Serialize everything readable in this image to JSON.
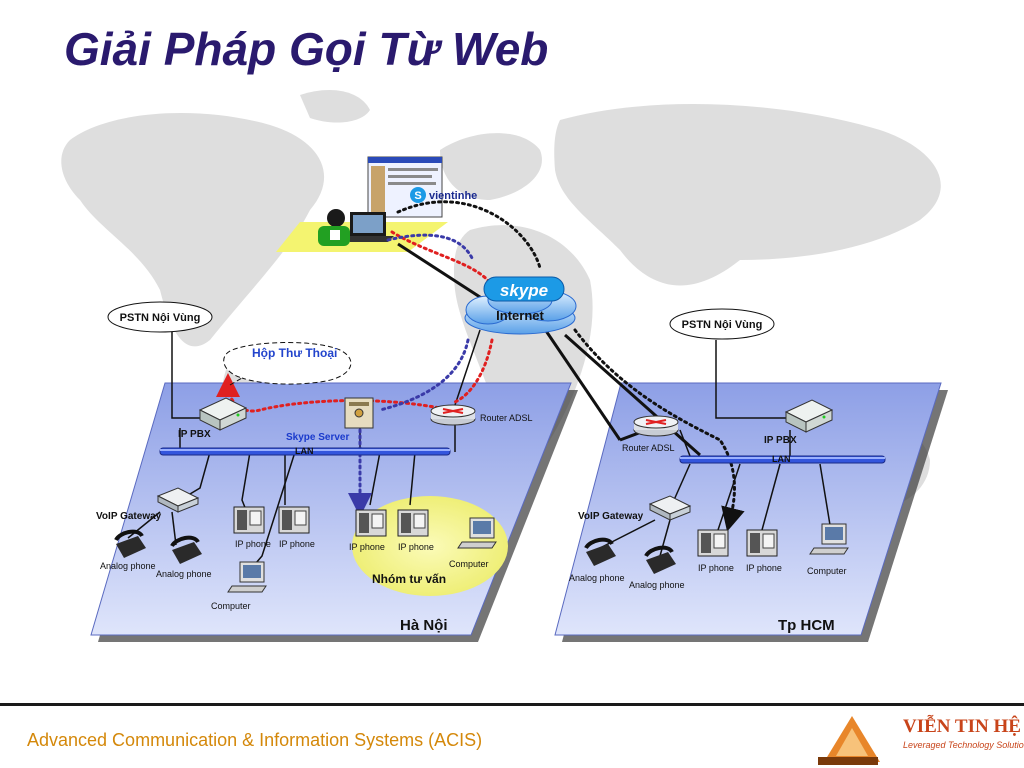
{
  "title": "Giải Pháp Gọi Từ Web",
  "footer": {
    "text": "Advanced Communication & Information Systems (ACIS)",
    "brand_name": "VIỄN TIN HỆ",
    "brand_tagline": "Leveraged Technology Solutions"
  },
  "colors": {
    "title": "#2a1a6e",
    "footer_text": "#d4880a",
    "brand": "#c8441a",
    "region_fill": "#aab8ee",
    "lan_bar": "#3355dd",
    "call_path_red": "#e02020",
    "call_path_blue": "#3a3aa8",
    "group_highlight": "#f4f48a"
  },
  "diagram": {
    "web_caller": {
      "skype_id": "vientinhe"
    },
    "internet": {
      "label": "Internet",
      "skype_logo": "skype"
    },
    "hanoi": {
      "region_label": "Hà Nội",
      "pstn": "PSTN Nội Vùng",
      "voicemail": "Hộp Thư Thoại",
      "ip_pbx": "IP PBX",
      "skype_server": "Skype Server",
      "router": "Router ADSL",
      "lan": "LAN",
      "voip_gateway": "VoIP Gateway",
      "analog_phone_1": "Analog phone",
      "analog_phone_2": "Analog phone",
      "ip_phone_1": "IP phone",
      "ip_phone_2": "IP phone",
      "computer": "Computer",
      "advisor_group": {
        "label": "Nhóm tư vấn",
        "ip_phone_1": "IP phone",
        "ip_phone_2": "IP phone",
        "computer": "Computer"
      }
    },
    "hcm": {
      "region_label": "Tp HCM",
      "pstn": "PSTN Nội Vùng",
      "ip_pbx": "IP PBX",
      "router": "Router ADSL",
      "lan": "LAN",
      "voip_gateway": "VoIP Gateway",
      "analog_phone_1": "Analog phone",
      "analog_phone_2": "Analog phone",
      "ip_phone_1": "IP phone",
      "ip_phone_2": "IP phone",
      "computer": "Computer"
    }
  }
}
